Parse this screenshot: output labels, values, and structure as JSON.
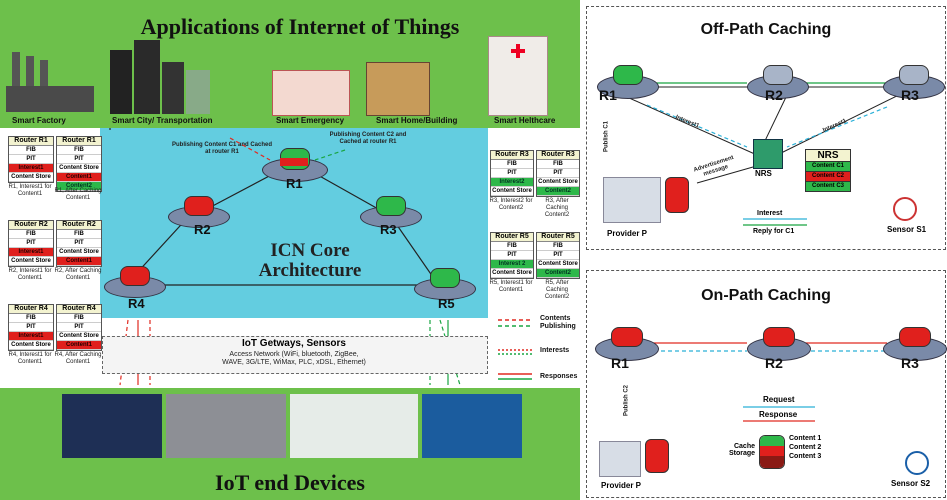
{
  "left": {
    "title": "Applications of Internet of Things",
    "apps": [
      "Smart Factory",
      "Smart City/ Transportation",
      "Smart Emergency",
      "Smart Home/Building",
      "Smart Helthcare"
    ],
    "publishing_c1": "Publishing Content C1 and Cached at router R1",
    "publishing_c2": "Publishing Content C2 and Cached at router R1",
    "core_title_1": "ICN Core",
    "core_title_2": "Architecture",
    "routers": [
      "R1",
      "R2",
      "R3",
      "R4",
      "R5"
    ],
    "gateway_title": "IoT Getways, Sensors",
    "gateway_line1": "Access Network (WiFi, bluetooth, ZigBee,",
    "gateway_line2": "WAVE, 3G/LTE, WiMax, PLC, xDSL, Ethernet)",
    "bottom_title": "IoT end Devices",
    "legend": {
      "contents": "Contents",
      "publishing": "Publishing",
      "interests": "Interests",
      "responses": "Responses"
    },
    "tables": {
      "fib": "FIB",
      "pit": "PIT",
      "cs": "Content Store",
      "r1a": {
        "name": "Router R1",
        "pit": "Interest1",
        "caption": "R1, Interest1 for Content1"
      },
      "r1b": {
        "name": "Router R1",
        "cs1": "Content1",
        "cs2": "Content2",
        "caption": "R1, After Caching Content1"
      },
      "r2a": {
        "name": "Router R2",
        "pit": "Interest1",
        "caption": "R2, Interest1 for Content1"
      },
      "r2b": {
        "name": "Router R2",
        "cs1": "Content1",
        "caption": "R2, After Caching Content1"
      },
      "r4a": {
        "name": "Router R4",
        "pit": "Interest1",
        "caption": "R4, Interest1 for Content1"
      },
      "r4b": {
        "name": "Router R4",
        "cs1": "Content1",
        "caption": "R4, After Caching Content1"
      },
      "r3a": {
        "name": "Router R3",
        "pit": "Interest2",
        "caption": "R3, Interest2 for Content2"
      },
      "r3b": {
        "name": "Router R3",
        "cs1": "Content2",
        "caption": "R3, After Caching Content2"
      },
      "r5a": {
        "name": "Router R5",
        "pit": "Interest 2",
        "caption": "R5, Interest1 for Content1"
      },
      "r5b": {
        "name": "Router R5",
        "cs1": "Content2",
        "caption": "R5, After Caching Content2"
      }
    }
  },
  "off_path": {
    "title": "Off-Path Caching",
    "r1": "R1",
    "r2": "R2",
    "r3": "R3",
    "publish": "Publish C1",
    "interest1a": "Interest1",
    "interest1b": "Interest1",
    "advert": "Advertisement message",
    "nrs": "NRS",
    "nrs_box_title": "NRS",
    "nrs_items": [
      "Content C1",
      "Content C2",
      "Content C3"
    ],
    "provider": "Provider P",
    "interest": "Interest",
    "reply": "Reply for C1",
    "sensor": "Sensor S1"
  },
  "on_path": {
    "title": "On-Path Caching",
    "r1": "R1",
    "r2": "R2",
    "r3": "R3",
    "publish": "Publish C2",
    "request": "Request",
    "response": "Response",
    "cache_label": "Cache Storage",
    "contents": [
      "Content 1",
      "Content 2",
      "Content 3"
    ],
    "provider": "Provider P",
    "sensor": "Sensor S2"
  },
  "colors": {
    "green_bg": "#6dc04b",
    "core": "#63cde0",
    "bottom": "#6dc04b"
  }
}
